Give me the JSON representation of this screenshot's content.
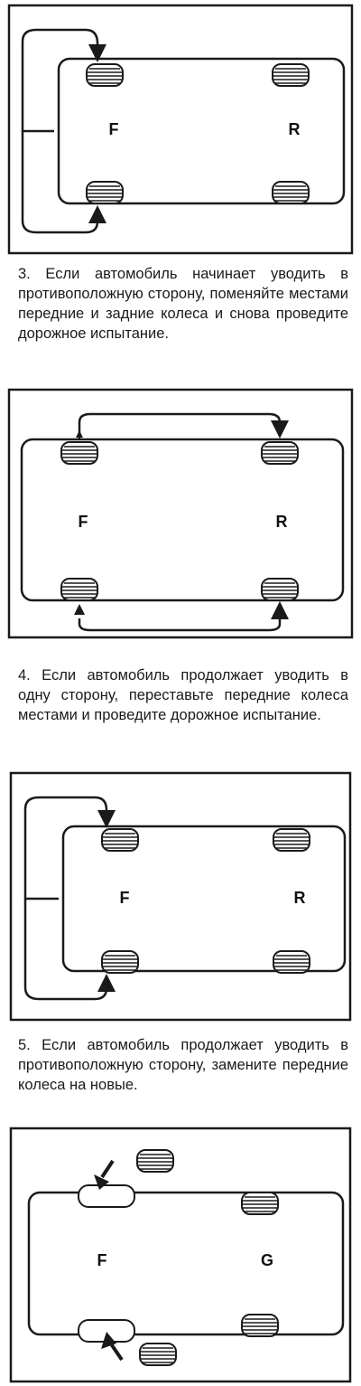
{
  "steps": [
    {
      "number": "3.",
      "text": "Если автомобиль начинает уводить в противоположную сторону, поменяйте местами передние и задние колеса и снова проведите дорожное испытание."
    },
    {
      "number": "4.",
      "text": "Если автомобиль продолжает уводить в одну сторону, переставьте передние колеса местами и проведите дорожное испытание."
    },
    {
      "number": "5.",
      "text": "Если автомобиль продолжает уводить в противоположную сторону, замените передние колеса на новые."
    }
  ],
  "diagrams": [
    {
      "front_label": "F",
      "rear_label": "R"
    },
    {
      "front_label": "F",
      "rear_label": "R"
    },
    {
      "front_label": "F",
      "rear_label": "R"
    },
    {
      "front_label": "F",
      "rear_label": "G"
    }
  ],
  "colors": {
    "ink": "#1a1a1a",
    "paper": "#ffffff"
  }
}
